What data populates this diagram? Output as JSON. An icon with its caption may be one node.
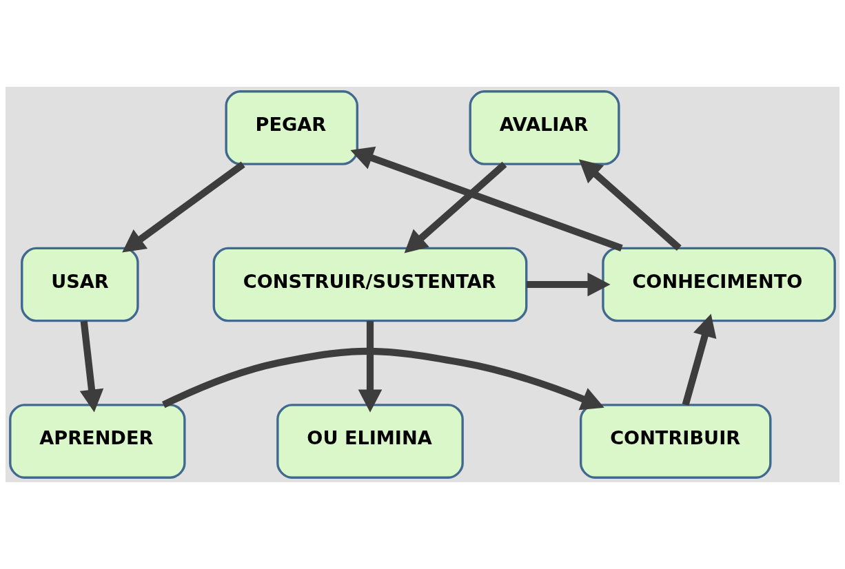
{
  "diagram": {
    "nodes": [
      {
        "text": [
          "PEGAR"
        ]
      },
      {
        "text": [
          "AVALIAR"
        ]
      },
      {
        "text": [
          "USAR"
        ]
      },
      {
        "text": [
          "CONHECIMENTO"
        ]
      },
      {
        "text": [
          "CONSTRUIR/SUSTENTAR"
        ]
      },
      {
        "text": [
          "APRENDER"
        ]
      },
      {
        "text": [
          "CONTRIBUIR"
        ]
      },
      {
        "text": [
          "OU ELIMINA"
        ]
      }
    ],
    "edges": [
      {
        "from": 0,
        "to": 2,
        "arrow": "to"
      },
      {
        "from": 2,
        "to": 5,
        "arrow": "to"
      },
      {
        "from": 5,
        "to": 6,
        "arrow": "to"
      },
      {
        "from": 6,
        "to": 3,
        "arrow": "to"
      },
      {
        "from": 3,
        "to": 0,
        "arrow": "to"
      },
      {
        "from": 3,
        "to": 1,
        "arrow": "to"
      },
      {
        "from": 1,
        "to": 4,
        "arrow": "to"
      },
      {
        "from": 4,
        "to": 3,
        "arrow": "to"
      },
      {
        "from": 4,
        "to": 7,
        "arrow": "to"
      }
    ]
  }
}
